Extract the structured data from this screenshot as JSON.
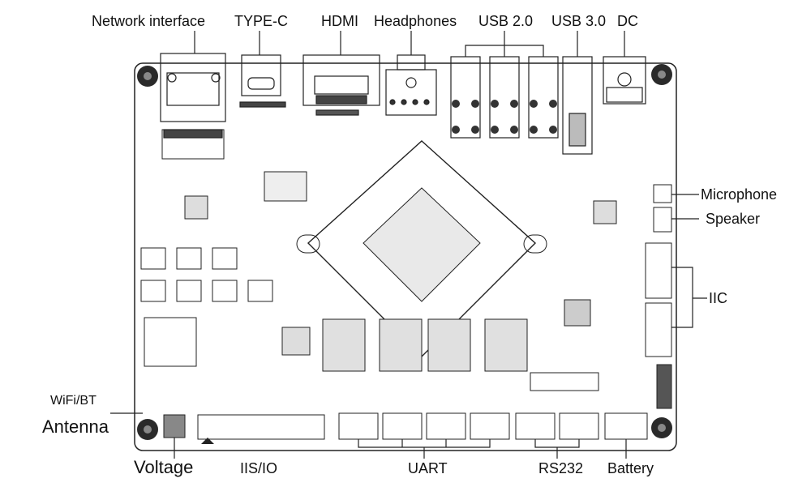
{
  "labels": {
    "network_interface": "Network interface",
    "type_c": "TYPE-C",
    "hdmi": "HDMI",
    "headphones": "Headphones",
    "usb2": "USB 2.0",
    "usb3": "USB 3.0",
    "dc": "DC",
    "microphone": "Microphone",
    "speaker": "Speaker",
    "iic": "IIC",
    "wifi_bt": "WiFi/BT",
    "antenna": "Antenna",
    "voltage": "Voltage",
    "iis_io": "IIS/IO",
    "uart": "UART",
    "rs232": "RS232",
    "battery": "Battery"
  },
  "colors": {
    "line": "#222222",
    "board_fill": "#ffffff",
    "chip_fill": "#e9e9e9",
    "dark": "#333333"
  }
}
